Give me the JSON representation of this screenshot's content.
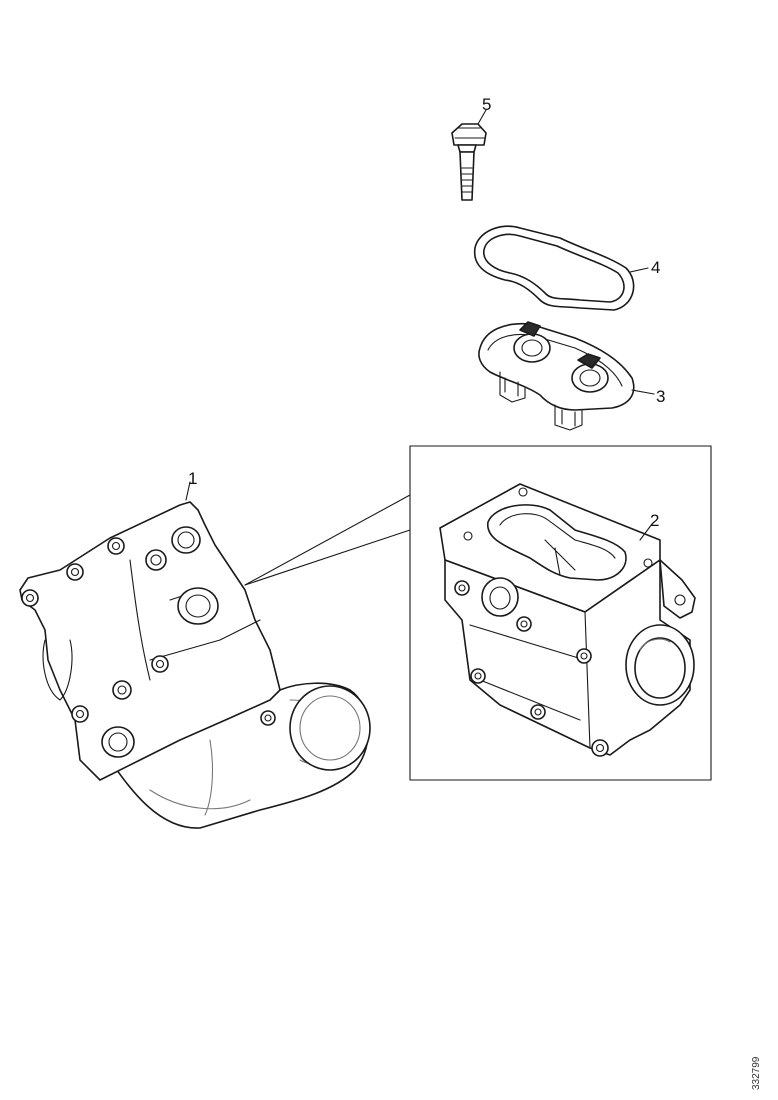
{
  "callouts": {
    "part_1": "1",
    "part_2": "2",
    "part_3": "3",
    "part_4": "4",
    "part_5": "5"
  },
  "drawing_id": "332799"
}
